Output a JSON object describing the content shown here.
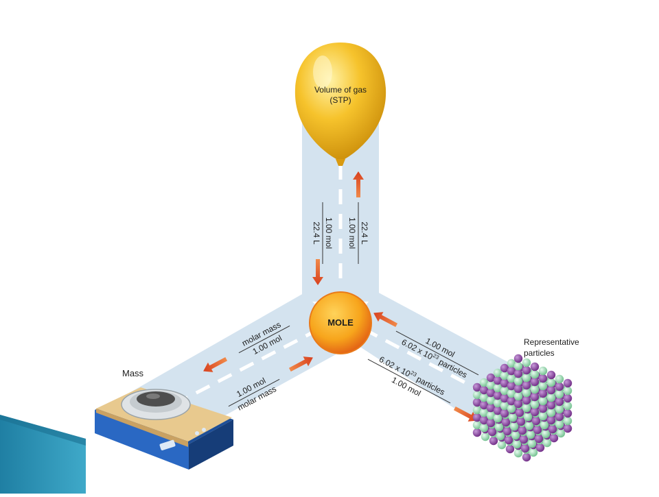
{
  "center_label": "MOLE",
  "nodes": {
    "gas": {
      "line1": "Volume of gas",
      "line2": "(STP)"
    },
    "mass": {
      "label": "Mass"
    },
    "particles": {
      "line1": "Representative",
      "line2": "particles"
    }
  },
  "conversions": {
    "mole_to_gas": {
      "numerator": "22.4 L",
      "denominator": "1.00 mol"
    },
    "gas_to_mole": {
      "numerator": "1.00 mol",
      "denominator": "22.4 L"
    },
    "mole_to_mass": {
      "numerator": "molar mass",
      "denominator": "1.00 mol"
    },
    "mass_to_mole": {
      "numerator": "1.00 mol",
      "denominator": "molar mass"
    },
    "particles_to_mole": {
      "numerator": "1.00 mol",
      "denominator_base": "6.02 x 10",
      "denominator_exp": "23",
      "denominator_unit": " particles"
    },
    "mole_to_particles": {
      "numerator_base": "6.02 x 10",
      "numerator_exp": "23",
      "numerator_unit": " particles",
      "denominator": "1.00 mol"
    }
  },
  "colors": {
    "road": "#d4e3ef",
    "dash": "#ffffff",
    "arrow": "#e2572b",
    "mole_fill": "#f7a51c",
    "balloon": "#f6c32c",
    "accent_bar": "#2a8fb2"
  },
  "icons": [
    "balloon-icon",
    "balance-icon",
    "crystal-lattice-icon",
    "mole-circle-icon"
  ]
}
